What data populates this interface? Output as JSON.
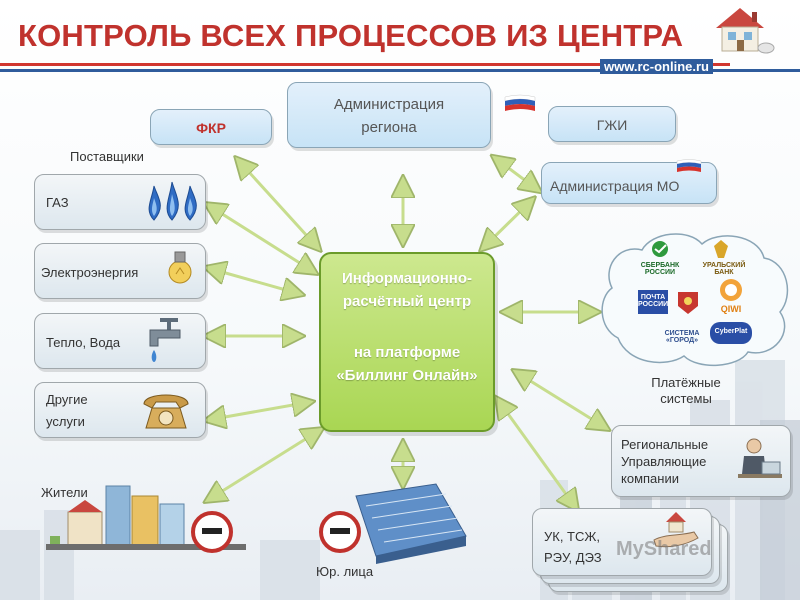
{
  "header": {
    "title": "КОНТРОЛЬ ВСЕХ ПРОЦЕССОВ ИЗ ЦЕНТРА",
    "url": "www.rc-online.ru"
  },
  "top": {
    "fkr": "ФКР",
    "region_admin_line1": "Администрация",
    "region_admin_line2": "региона",
    "gzhi": "ГЖИ",
    "mo_admin": "Администрация МО"
  },
  "suppliers": {
    "heading": "Поставщики",
    "items": [
      {
        "label": "ГАЗ",
        "icon": "gas-flame-icon"
      },
      {
        "label": "Электроэнергия",
        "icon": "lightbulb-icon"
      },
      {
        "label": "Тепло, Вода",
        "icon": "water-tap-icon"
      },
      {
        "label_line1": "Другие",
        "label_line2": "услуги",
        "icon": "telephone-icon"
      }
    ]
  },
  "center": {
    "line1": "Информационно-",
    "line2": "расчётный центр",
    "line3": "на платформе",
    "line4": "«Биллинг Онлайн»"
  },
  "payment": {
    "label_line1": "Платёжные",
    "label_line2": "системы",
    "logos": [
      "СБЕРБАНК РОССИИ",
      "УРАЛЬСКИЙ БАНК",
      "ПОЧТА РОССИИ",
      "QIWI",
      "СИСТЕМА «ГОРОД»",
      "CyberPlat"
    ]
  },
  "right": {
    "regional_line1": "Региональные",
    "regional_line2": "Управляющие",
    "regional_line3": "компании",
    "uk_line1": "УК, ТСЖ,",
    "uk_line2": "РЭУ, ДЭЗ"
  },
  "bottom": {
    "residents": "Жители",
    "legal": "Юр. лица"
  },
  "watermark": "MyShared",
  "colors": {
    "title_red": "#c0322d",
    "accent_blue": "#2f5c9c",
    "center_green": "#a9d653",
    "arrow_green": "#c7dd8d"
  }
}
